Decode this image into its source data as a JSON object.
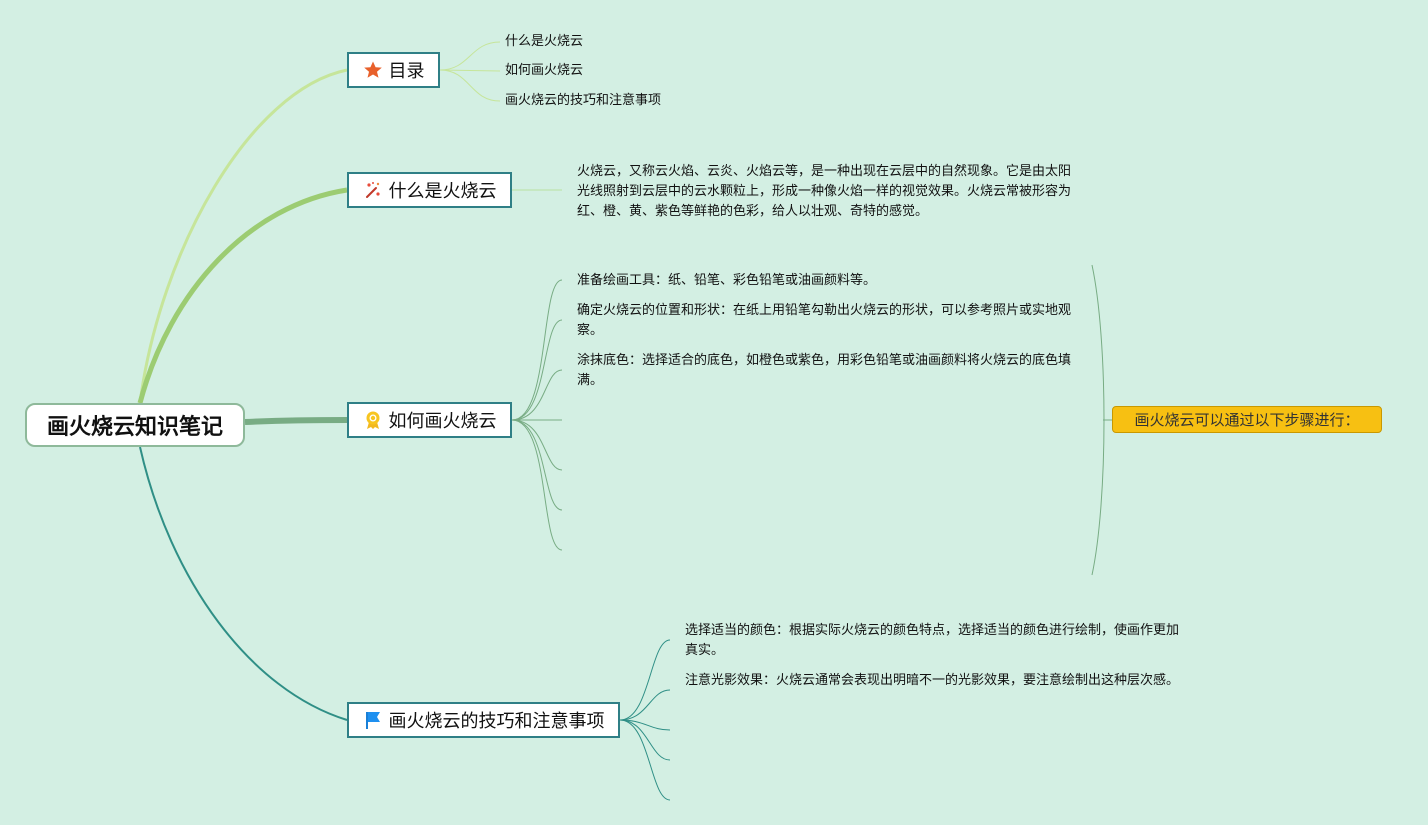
{
  "root": {
    "title": "画火烧云知识笔记"
  },
  "branches": [
    {
      "label": "目录",
      "icon": "star-icon",
      "items": [
        "什么是火烧云",
        "如何画火烧云",
        "画火烧云的技巧和注意事项"
      ]
    },
    {
      "label": "什么是火烧云",
      "icon": "sparkle-wand-icon",
      "text": "火烧云，又称云火焰、云炎、火焰云等，是一种出现在云层中的自然现象。它是由太阳光线照射到云层中的云水颗粒上，形成一种像火焰一样的视觉效果。火烧云常被形容为红、橙、黄、紫色等鲜艳的色彩，给人以壮观、奇特的感觉。"
    },
    {
      "label": "如何画火烧云",
      "icon": "award-medal-icon",
      "items": [
        "准备绘画工具：纸、铅笔、彩色铅笔或油画颜料等。",
        "确定火烧云的位置和形状：在纸上用铅笔勾勒出火烧云的形状，可以参考照片或实地观察。",
        "涂抹底色：选择适合的底色，如橙色或紫色，用彩色铅笔或油画颜料将火烧云的底色填满。"
      ],
      "summary": "画火烧云可以通过以下步骤进行："
    },
    {
      "label": "画火烧云的技巧和注意事项",
      "icon": "flag-icon",
      "items": [
        "选择适当的颜色：根据实际火烧云的颜色特点，选择适当的颜色进行绘制，使画作更加真实。",
        "注意光影效果：火烧云通常会表现出明暗不一的光影效果，要注意绘制出这种层次感。"
      ]
    }
  ],
  "colors": {
    "background": "#d3efe3",
    "branch1": "#c6e59a",
    "branch2": "#9ccc72",
    "branch3": "#78ac84",
    "branch4": "#2f8f86",
    "summary": "#f7c012"
  }
}
